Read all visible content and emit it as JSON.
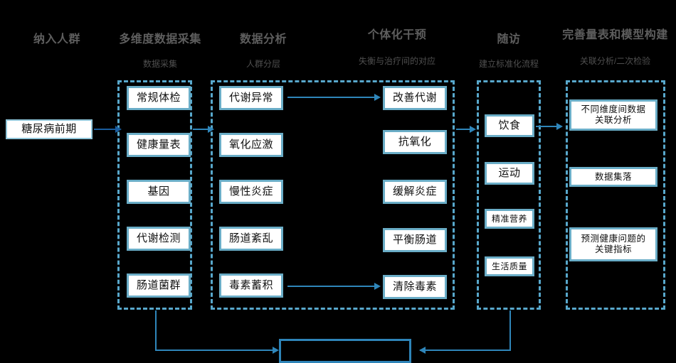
{
  "diagram": {
    "background_color": "#000000",
    "accent_color": "#58a8cc",
    "connector_color": "#2f86ba",
    "node_border_color": "#6aadc7",
    "title_color": "#5e5e5e"
  },
  "columns": [
    {
      "id": "intake",
      "title": "纳入人群",
      "subtitle": "",
      "nodes": [
        {
          "label": "糖尿病前期"
        }
      ]
    },
    {
      "id": "collection",
      "title": "多维度数据采集",
      "subtitle": "数据采集",
      "nodes": [
        {
          "label": "常规体检"
        },
        {
          "label": "健康量表"
        },
        {
          "label": "基因"
        },
        {
          "label": "代谢检测"
        },
        {
          "label": "肠道菌群"
        }
      ]
    },
    {
      "id": "analysis",
      "title": "数据分析",
      "subtitle": "人群分层",
      "nodes": [
        {
          "label": "代谢异常"
        },
        {
          "label": "氧化应激"
        },
        {
          "label": "慢性炎症"
        },
        {
          "label": "肠道紊乱"
        },
        {
          "label": "毒素蓄积"
        }
      ]
    },
    {
      "id": "intervention",
      "title": "个体化干预",
      "subtitle": "失衡与治疗间的对应",
      "nodes": [
        {
          "label": "改善代谢"
        },
        {
          "label": "抗氧化"
        },
        {
          "label": "缓解炎症"
        },
        {
          "label": "平衡肠道"
        },
        {
          "label": "清除毒素"
        }
      ]
    },
    {
      "id": "followup",
      "title": "随访",
      "subtitle": "建立标准化流程",
      "nodes": [
        {
          "label": "饮食"
        },
        {
          "label": "运动"
        },
        {
          "label": "精准营养"
        },
        {
          "label": "生活质量"
        }
      ]
    },
    {
      "id": "modeling",
      "title": "完善量表和模型构建",
      "subtitle": "关联分析/二次检验",
      "nodes": [
        {
          "label": "不同维度间数据\n关联分析"
        },
        {
          "label": "数据集落"
        },
        {
          "label": "预测健康问题的\n关键指标"
        }
      ]
    }
  ],
  "summary_box": {
    "label": ""
  },
  "node_text": {
    "intake_0": "糖尿病前期",
    "collection_0": "常规体检",
    "collection_1": "健康量表",
    "collection_2": "基因",
    "collection_3": "代谢检测",
    "collection_4": "肠道菌群",
    "analysis_0": "代谢异常",
    "analysis_1": "氧化应激",
    "analysis_2": "慢性炎症",
    "analysis_3": "肠道紊乱",
    "analysis_4": "毒素蓄积",
    "intervention_0": "改善代谢",
    "intervention_1": "抗氧化",
    "intervention_2": "缓解炎症",
    "intervention_3": "平衡肠道",
    "intervention_4": "清除毒素",
    "followup_0": "饮食",
    "followup_1": "运动",
    "followup_2": "精准营养",
    "followup_3": "生活质量",
    "modeling_0_line1": "不同维度间数据",
    "modeling_0_line2": "关联分析",
    "modeling_1": "数据集落",
    "modeling_2_line1": "预测健康问题的",
    "modeling_2_line2": "关键指标"
  },
  "headers": {
    "intake_title": "纳入人群",
    "collection_title": "多维度数据采集",
    "collection_sub": "数据采集",
    "analysis_title": "数据分析",
    "analysis_sub": "人群分层",
    "intervention_title": "个体化干预",
    "intervention_sub": "失衡与治疗间的对应",
    "followup_title": "随访",
    "followup_sub": "建立标准化流程",
    "modeling_title": "完善量表和模型构建",
    "modeling_sub": "关联分析/二次检验"
  }
}
